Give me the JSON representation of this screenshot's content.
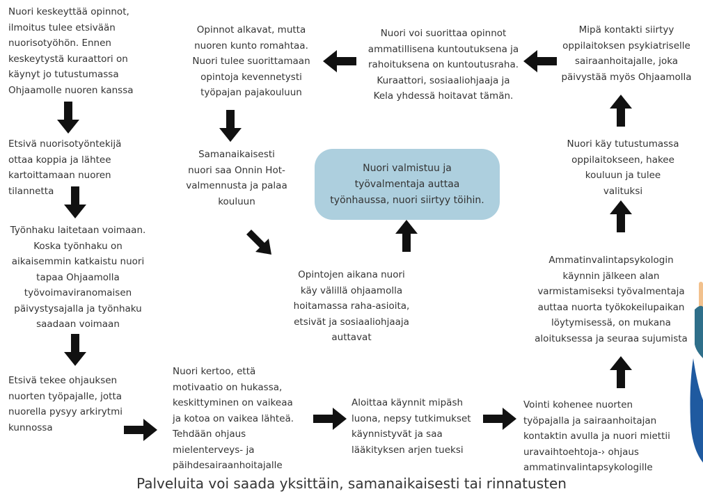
{
  "steps": {
    "s1": "Nuori keskeyttää opinnot,\nilmoitus tulee etsivään\nnuorisotyöhön. Ennen\nkeskeytystä kuraattori on\nkäynyt jo tutustumassa\nOhjaamolle nuoren kanssa",
    "s2": "Etsivä nuorisotyöntekijä\nottaa koppia ja lähtee\nkartoittamaan nuoren\ntilannetta",
    "s3": "Työnhaku laitetaan voimaan.\nKoska työnhaku on\naikaisemmin katkaistu nuori\ntapaa Ohjaamolla\ntyövoimaviranomaisen\npäivystysajalla ja työnhaku\nsaadaan voimaan",
    "s4": "Etsivä tekee ohjauksen\nnuorten työpajalle, jotta\nnuorella pysyy arkirytmi\nkunnossa",
    "s5": "Nuori kertoo, että\nmotivaatio on hukassa,\nkeskittyminen on vaikeaa\nja kotoa on vaikea lähteä.\nTehdään ohjaus\nmielenterveys- ja\npäihdesairaanhoitajalle",
    "s6": "Aloittaa käynnit mipäsh\nluona, nepsy tutkimukset\nkäynnistyvät ja saa\nlääkityksen arjen tueksi",
    "s7": "Vointi kohenee nuorten\ntyöpajalla ja sairaanhoitajan\nkontaktin avulla ja nuori miettii\nuravaihtoehtoja-› ohjaus\nammatinvalintapsykologille",
    "s8": "Ammatinvalintapsykologin\nkäynnin jälkeen alan\nvarmistamiseksi työvalmentaja\nauttaa nuorta työkokeilupaikan\nlöytymisessä, on mukana\naloituksessa ja seuraa sujumista",
    "s9": "Nuori käy tutustumassa\noppilaitokseen, hakee\nkouluun ja tulee\nvalituksi",
    "s10": "Mipä kontakti siirtyy\noppilaitoksen psykiatriselle\nsairaanhoitajalle, joka\npäivystää myös Ohjaamolla",
    "s11": "Nuori voi suorittaa opinnot\nammatillisena kuntoutuksena ja\nrahoituksena on kuntoutusraha.\nKuraattori, sosiaaliohjaaja ja\nKela yhdessä hoitavat tämän.",
    "s12": "Opinnot alkavat, mutta\nnuoren kunto romahtaa.\nNuori tulee suorittamaan\nopintoja kevennetysti\ntyöpajan pajakouluun",
    "s13": "Samanaikaisesti\nnuori saa Onnin Hot-\nvalmennusta ja palaa\nkouluun",
    "s14": "Opintojen aikana nuori\nkäy välillä ohjaamolla\nhoitamassa raha-asioita,\netsivät ja sosiaaliohjaaja\nauttavat"
  },
  "center_box": "Nuori valmistuu ja\ntyövalmentaja auttaa\ntyönhaussa, nuori siirtyy töihin.",
  "footer": "Palveluita voi saada yksittäin, samanaikaisesti  tai rinnatusten",
  "colors": {
    "box": "#adcfde",
    "arrow": "#111111",
    "text": "#333333"
  },
  "icons": {
    "arrow": "arrow-icon"
  }
}
